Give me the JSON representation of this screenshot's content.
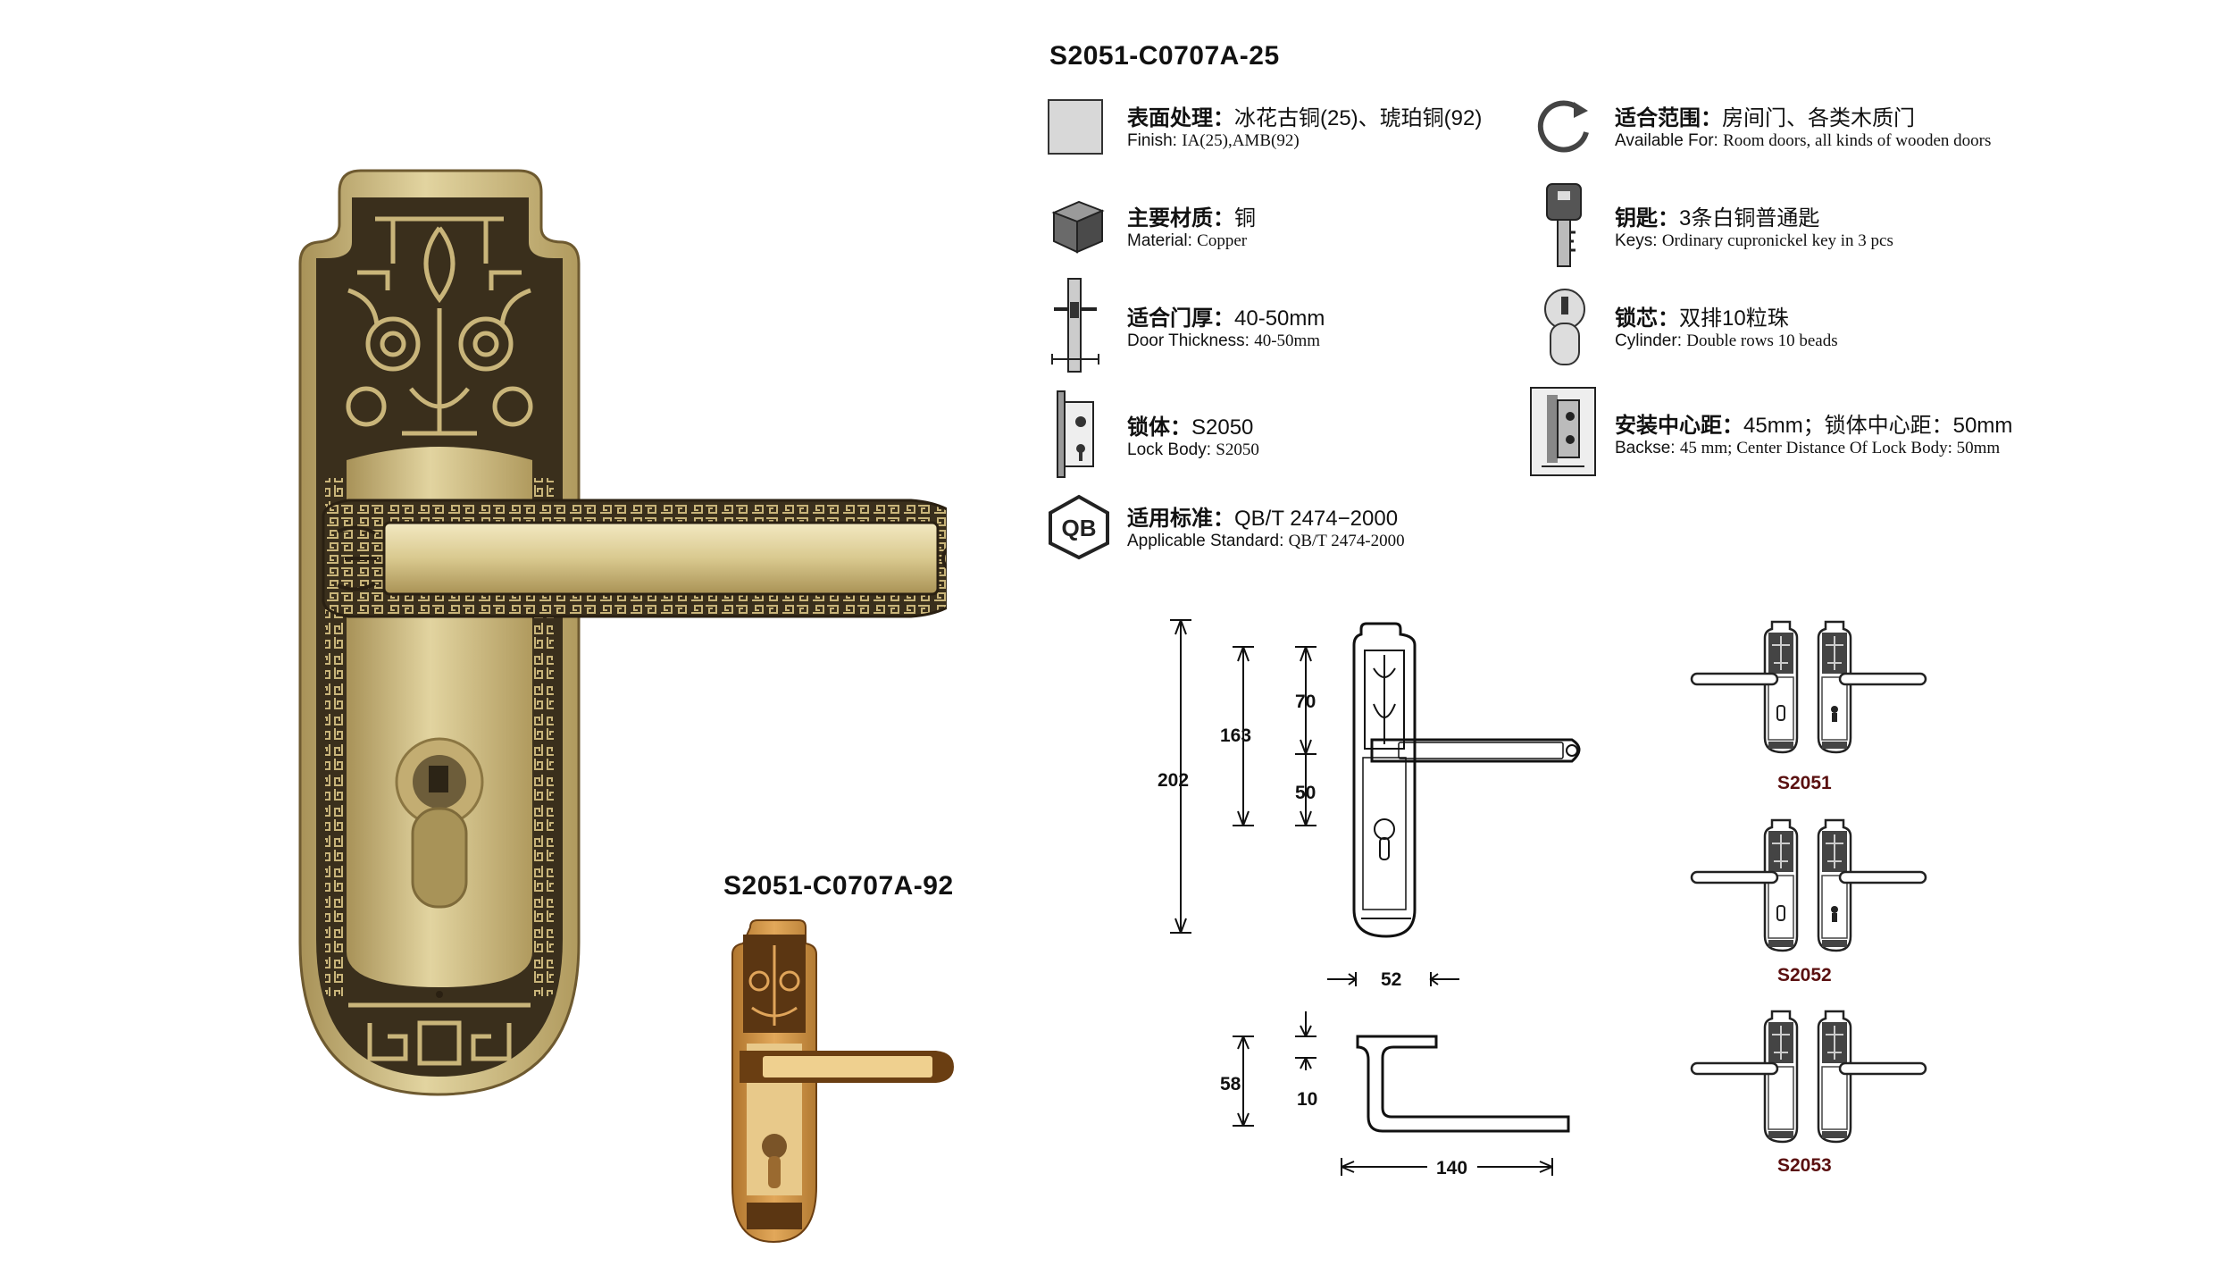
{
  "product": {
    "main_model": "S2051-C0707A-25",
    "alt_model": "S2051-C0707A-92"
  },
  "specs": [
    {
      "cn_label": "表面处理：",
      "cn_value": "冰花古铜(25)、琥珀铜(92)",
      "en_label": "Finish: ",
      "en_value": "IA(25),AMB(92)",
      "icon": "finish-swatch-icon"
    },
    {
      "cn_label": "适合范围：",
      "cn_value": "房间门、各类木质门",
      "en_label": "Available For: ",
      "en_value": "Room doors, all kinds of  wooden doors",
      "icon": "refresh-cycle-icon"
    },
    {
      "cn_label": "主要材质：",
      "cn_value": "铜",
      "en_label": "Material: ",
      "en_value": "Copper",
      "icon": "material-cube-icon"
    },
    {
      "cn_label": "钥匙：",
      "cn_value": "3条白铜普通匙",
      "en_label": "Keys: ",
      "en_value": "Ordinary cupronickel key in 3 pcs",
      "icon": "key-icon"
    },
    {
      "cn_label": "适合门厚：",
      "cn_value": "40-50mm",
      "en_label": "Door Thickness: ",
      "en_value": "40-50mm",
      "icon": "door-thickness-icon"
    },
    {
      "cn_label": "锁芯：",
      "cn_value": "双排10粒珠",
      "en_label": "Cylinder: ",
      "en_value": "Double rows 10 beads",
      "icon": "cylinder-icon"
    },
    {
      "cn_label": "锁体：",
      "cn_value": "S2050",
      "en_label": "Lock Body: ",
      "en_value": "S2050",
      "icon": "lock-body-icon"
    },
    {
      "cn_label": "安装中心距：",
      "cn_value": "45mm；锁体中心距：50mm",
      "en_label": "Backse: ",
      "en_value": "45 mm; Center Distance Of Lock Body: 50mm",
      "icon": "backset-icon"
    },
    {
      "cn_label": "适用标准：",
      "cn_value": "QB/T 2474−2000",
      "en_label": "Applicable Standard: ",
      "en_value": "QB/T 2474-2000",
      "icon": "qb-standard-icon"
    }
  ],
  "qb_text": "QB",
  "dimensions": {
    "overall_height": "202",
    "hole_span": "163",
    "upper": "70",
    "lower": "50",
    "plate_width": "52",
    "lever_projection": "58",
    "lever_thickness": "10",
    "lever_length": "140"
  },
  "variants": [
    "S2051",
    "S2052",
    "S2053"
  ],
  "colors": {
    "brass_light": "#d8c68e",
    "brass_mid": "#b9a466",
    "brass_dark": "#3a2f1c",
    "amber": "#c98a3a",
    "model_label": "#5a1010"
  }
}
